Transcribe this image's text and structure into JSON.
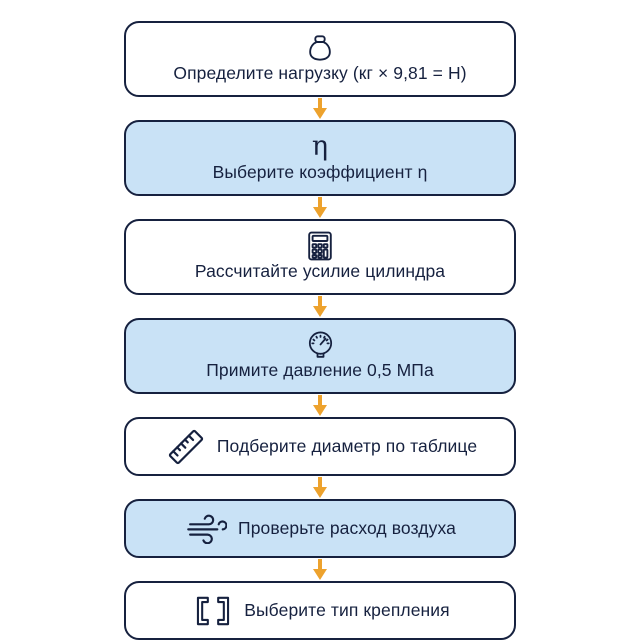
{
  "diagram": {
    "type": "vertical-flowchart",
    "title": "",
    "colors": {
      "border": "#16213f",
      "text": "#16213f",
      "box_white": "#ffffff",
      "box_tinted": "#c9e2f6",
      "arrow": "#eda22d",
      "background": "#ffffff"
    },
    "steps": [
      {
        "index": 1,
        "label": "Определите нагрузку (кг × 9,81 = Н)",
        "icon": "kettlebell-icon",
        "icon_position": "above",
        "fill": "white"
      },
      {
        "index": 2,
        "label": "Выберите коэффициент η",
        "icon": "eta-symbol",
        "icon_glyph": "η",
        "icon_position": "above",
        "fill": "tinted"
      },
      {
        "index": 3,
        "label": "Рассчитайте усилие цилиндра",
        "icon": "calculator-icon",
        "icon_position": "above",
        "fill": "white"
      },
      {
        "index": 4,
        "label": "Примите давление 0,5 МПа",
        "icon": "pressure-gauge-icon",
        "icon_position": "above",
        "fill": "tinted"
      },
      {
        "index": 5,
        "label": "Подберите диаметр по таблице",
        "icon": "ruler-icon",
        "icon_position": "left",
        "fill": "white"
      },
      {
        "index": 6,
        "label": "Проверьте расход воздуха",
        "icon": "wind-icon",
        "icon_position": "left",
        "fill": "tinted"
      },
      {
        "index": 7,
        "label": "Выберите тип крепления",
        "icon": "bracket-icon",
        "icon_position": "left",
        "fill": "white"
      }
    ],
    "connectors": [
      {
        "from": 1,
        "to": 2,
        "shape": "down-arrow"
      },
      {
        "from": 2,
        "to": 3,
        "shape": "down-arrow"
      },
      {
        "from": 3,
        "to": 4,
        "shape": "down-arrow"
      },
      {
        "from": 4,
        "to": 5,
        "shape": "down-arrow"
      },
      {
        "from": 5,
        "to": 6,
        "shape": "down-arrow"
      },
      {
        "from": 6,
        "to": 7,
        "shape": "down-arrow"
      }
    ]
  }
}
